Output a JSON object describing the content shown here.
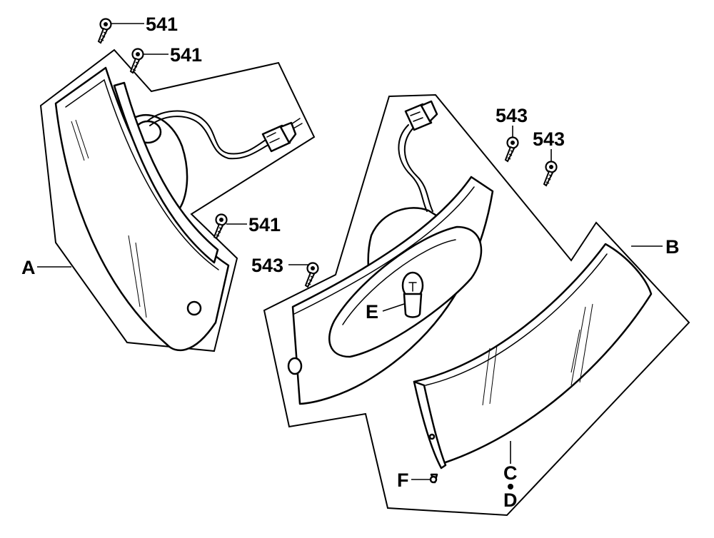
{
  "callouts": {
    "screw_541_top": "541",
    "screw_541_mid": "541",
    "screw_541_low": "541",
    "screw_543_left": "543",
    "screw_543_right_1": "543",
    "screw_543_right_2": "543",
    "part_a": "A",
    "part_b": "B",
    "part_c": "C",
    "part_d": "D",
    "part_e": "E",
    "part_f": "F"
  }
}
